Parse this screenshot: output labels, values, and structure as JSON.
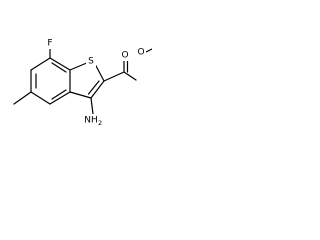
{
  "molecule": {
    "atoms": {
      "fluorine": "F",
      "sulfur": "S",
      "carbonyl_oxygen": "O",
      "ester_oxygen": "O",
      "amine": "NH",
      "amine_subscript": "2"
    }
  }
}
